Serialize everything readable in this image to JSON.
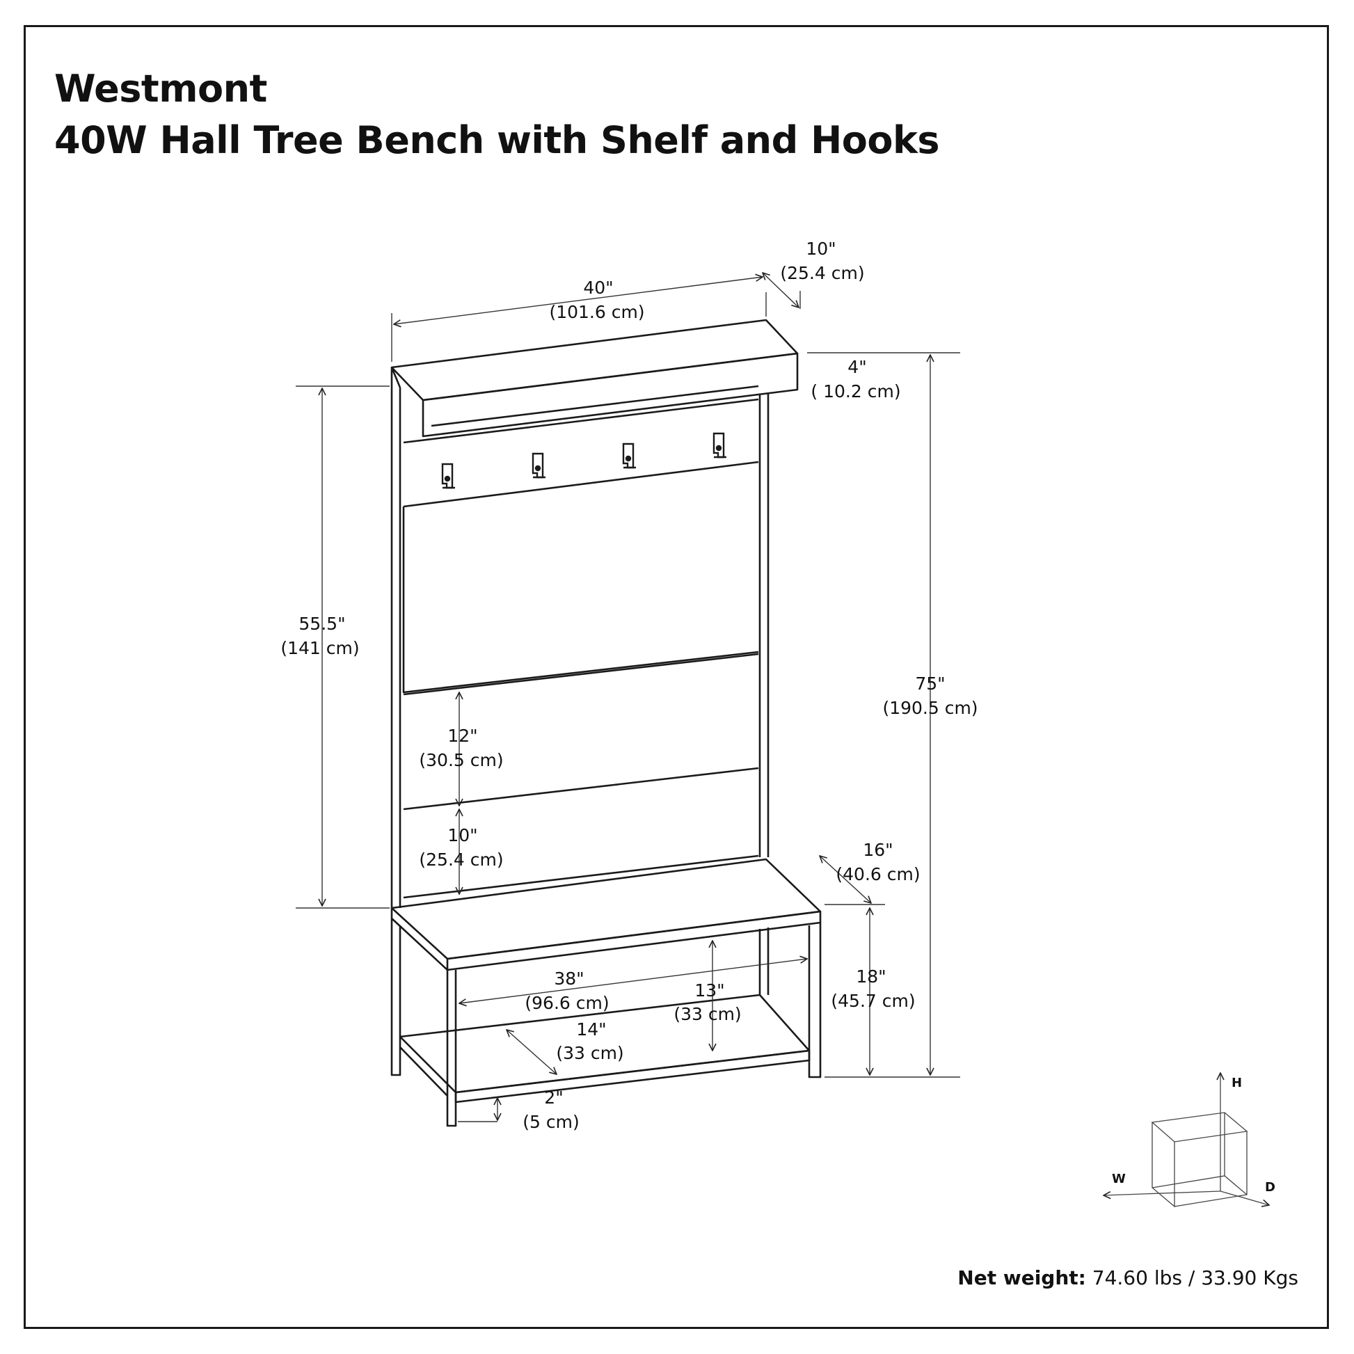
{
  "header": {
    "brand": "Westmont",
    "product": "40W Hall Tree Bench with Shelf and Hooks"
  },
  "dimensions": {
    "width": {
      "in": "40\"",
      "cm": "(101.6 cm)"
    },
    "top_depth": {
      "in": "10\"",
      "cm": "(25.4 cm)"
    },
    "shelf_height": {
      "in": "4\"",
      "cm": "( 10.2 cm)"
    },
    "back_height": {
      "in": "55.5\"",
      "cm": "(141 cm)"
    },
    "total_height": {
      "in": "75\"",
      "cm": "(190.5 cm)"
    },
    "panel_12": {
      "in": "12\"",
      "cm": "(30.5 cm)"
    },
    "panel_10": {
      "in": "10\"",
      "cm": "(25.4 cm)"
    },
    "seat_depth": {
      "in": "16\"",
      "cm": "(40.6 cm)"
    },
    "seat_height": {
      "in": "18\"",
      "cm": "(45.7 cm)"
    },
    "inner_width": {
      "in": "38\"",
      "cm": "(96.6 cm)"
    },
    "inner_height": {
      "in": "13\"",
      "cm": "(33 cm)"
    },
    "lower_depth": {
      "in": "14\"",
      "cm": "(33 cm)"
    },
    "clearance": {
      "in": "2\"",
      "cm": "(5 cm)"
    }
  },
  "axes": {
    "h": "H",
    "w": "W",
    "d": "D"
  },
  "footer": {
    "weight_label": "Net weight:",
    "weight_value": "74.60 lbs / 33.90 Kgs"
  }
}
